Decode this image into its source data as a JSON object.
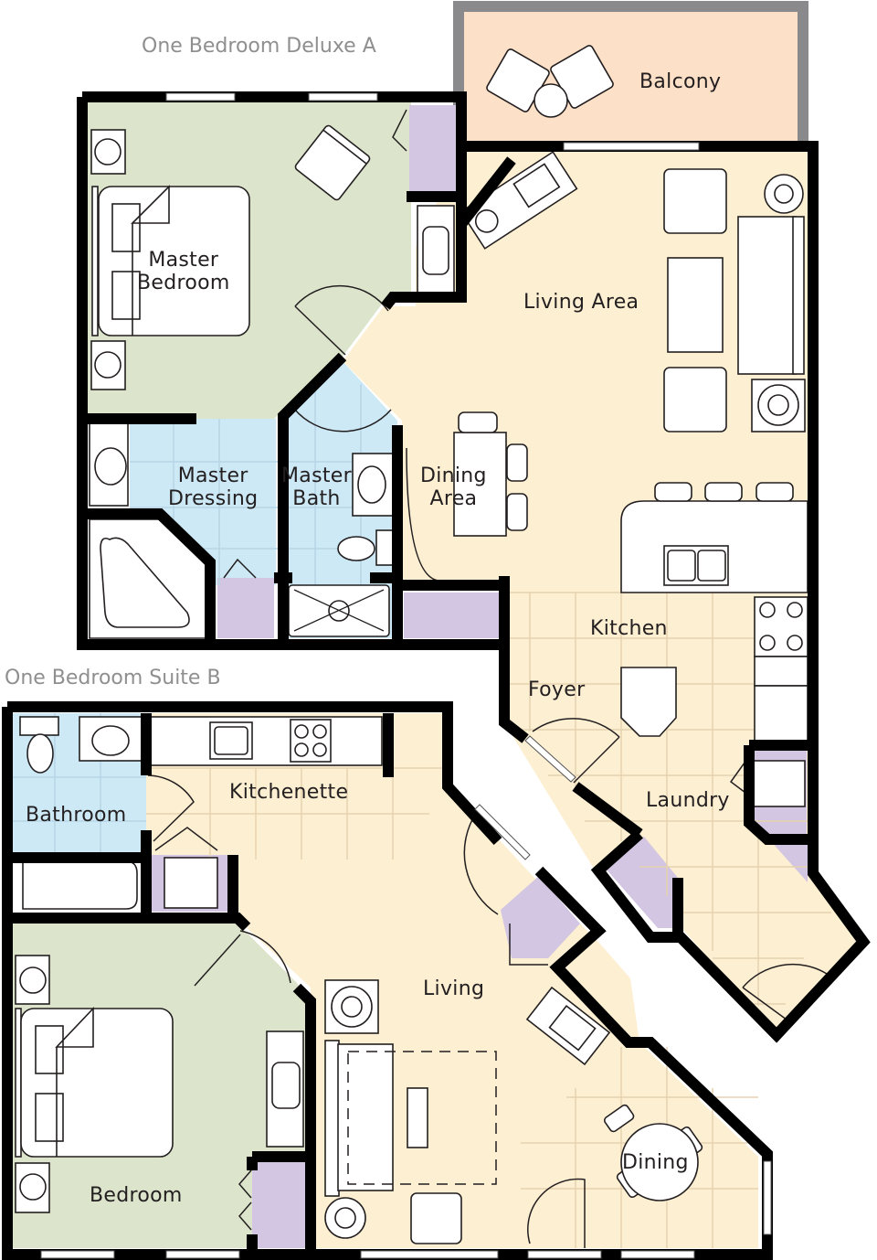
{
  "units": [
    {
      "title": "One Bedroom Deluxe A",
      "rooms": {
        "balcony": "Balcony",
        "master_bedroom": "Master\nBedroom",
        "living_area": "Living Area",
        "master_dressing": "Master\nDressing",
        "master_bath": "Master\nBath",
        "dining_area": "Dining\nArea",
        "kitchen": "Kitchen",
        "foyer": "Foyer",
        "laundry": "Laundry"
      }
    },
    {
      "title": "One Bedroom Suite B",
      "rooms": {
        "bathroom": "Bathroom",
        "kitchenette": "Kitchenette",
        "living": "Living",
        "bedroom": "Bedroom",
        "dining": "Dining"
      }
    }
  ],
  "colors": {
    "wall": "#000000",
    "balcony_wall": "#8a8a8c",
    "bedroom": "#dce5cc",
    "living": "#fdefd2",
    "bath": "#cde9f5",
    "closet": "#d3c6e2",
    "balcony": "#fde0c8",
    "furniture": "#ffffff",
    "title_text": "#8f8f8f"
  }
}
